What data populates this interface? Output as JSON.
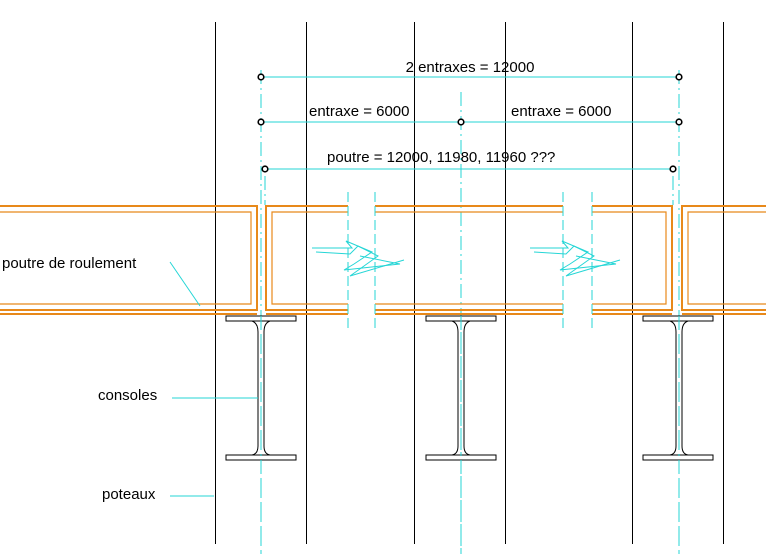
{
  "dimensions": {
    "total": "2 entraxes = 12000",
    "entraxe_left": "entraxe = 6000",
    "entraxe_right": "entraxe = 6000",
    "poutre": "poutre = 12000, 11980, 11960 ???"
  },
  "labels": {
    "beam": "poutre de roulement",
    "consoles": "consoles",
    "poteaux": "poteaux"
  },
  "colors": {
    "beam": "#e8891a",
    "dimension": "#25d6d6",
    "structure": "#000000",
    "background": "#ffffff"
  }
}
